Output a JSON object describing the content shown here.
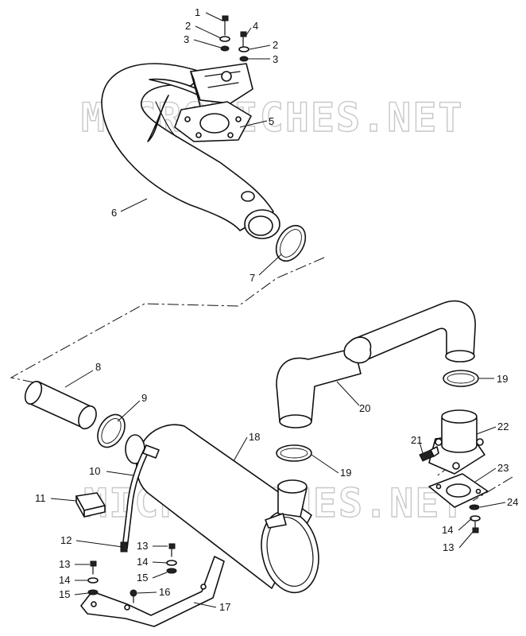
{
  "watermark": "MICROFICHES.NET",
  "callouts": {
    "c1": "1",
    "c2a": "2",
    "c2b": "2",
    "c3a": "3",
    "c3b": "3",
    "c4": "4",
    "c5": "5",
    "c6": "6",
    "c7": "7",
    "c8": "8",
    "c9": "9",
    "c10": "10",
    "c11": "11",
    "c12": "12",
    "c13a": "13",
    "c13b": "13",
    "c13c": "13",
    "c14a": "14",
    "c14b": "14",
    "c14c": "14",
    "c15a": "15",
    "c15b": "15",
    "c16": "16",
    "c17": "17",
    "c18": "18",
    "c19a": "19",
    "c19b": "19",
    "c20": "20",
    "c21": "21",
    "c22": "22",
    "c23": "23",
    "c24": "24"
  }
}
